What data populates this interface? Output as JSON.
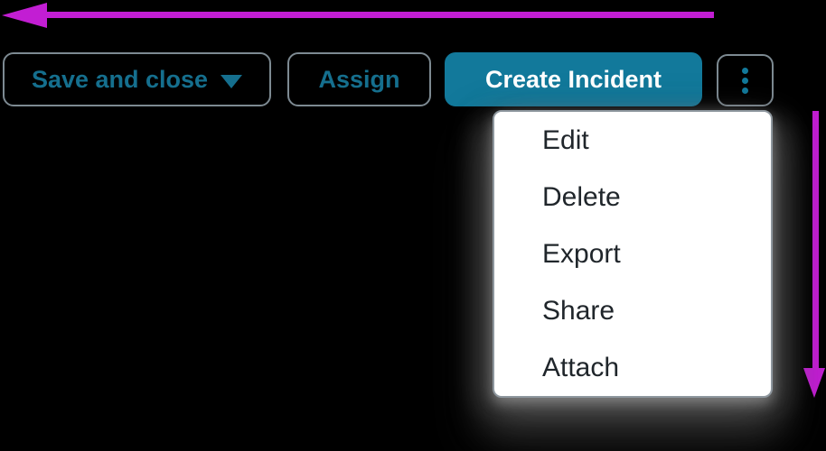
{
  "toolbar": {
    "save_and_close_label": "Save and close",
    "assign_label": "Assign",
    "create_incident_label": "Create Incident"
  },
  "menu": {
    "items": [
      {
        "label": "Edit"
      },
      {
        "label": "Delete"
      },
      {
        "label": "Export"
      },
      {
        "label": "Share"
      },
      {
        "label": "Attach"
      }
    ]
  },
  "icons": {
    "save_and_close_caret": "chevron-down",
    "more_actions": "kebab-vertical-dots",
    "top_annotation": "arrow-left",
    "right_annotation": "arrow-down"
  },
  "colors": {
    "background": "#000000",
    "teal_fill": "#12799b",
    "teal_text": "#156f8e",
    "magenta": "#c21ed3",
    "button_border": "#7d8a92",
    "menu_border": "#8e979e",
    "menu_text": "#20262b",
    "menu_bg": "#ffffff",
    "button_text_light": "#ffffff"
  }
}
